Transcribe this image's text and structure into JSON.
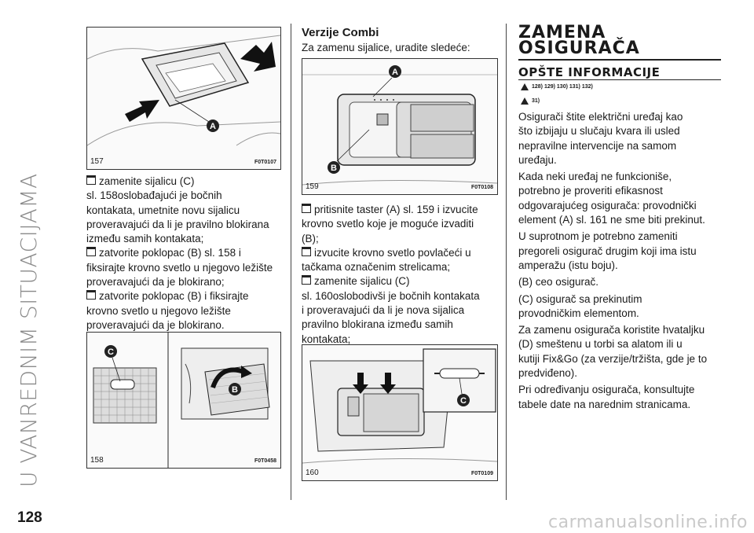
{
  "side_title": "U VANREDNIM SITUACIJAMA",
  "page_number": "128",
  "watermark": "carmanualsonline.info",
  "figures": [
    {
      "num": "157",
      "code": "F0T0107"
    },
    {
      "num": "158",
      "code": "F0T0458"
    },
    {
      "num": "159",
      "code": "F0T0108"
    },
    {
      "num": "160",
      "code": "F0T0109"
    }
  ],
  "callouts": {
    "a": "A",
    "b": "B",
    "c": "C"
  },
  "left_text": {
    "b1": "zamenite sijalicu (C)",
    "b1_l2": "sl. 158oslobađajući je bočnih",
    "b1_l3": "kontakata, umetnite novu sijalicu",
    "b1_l4": "proveravajući da li je pravilno blokirana",
    "b1_l5": "između samih kontakata;",
    "b2": "zatvorite poklopac (B) sl. 158 i",
    "b2_l2": "fiksirajte krovno svetlo u njegovo ležište",
    "b2_l3": "proveravajući da je blokirano;",
    "b3": "zatvorite poklopac (B) i fiksirajte",
    "b3_l2": "krovno svetlo u njegovo ležište",
    "b3_l3": "proveravajući da je blokirano."
  },
  "middle": {
    "title": "Verzije Combi",
    "intro": "Za zamenu sijalice, uradite sledeće:",
    "b1": "pritisnite taster (A) sl. 159 i izvucite",
    "b1_l2": "krovno svetlo koje je moguće izvaditi",
    "b1_l3": "(B);",
    "b2": "izvucite krovno svetlo povlačeći u",
    "b2_l2": "tačkama označenim strelicama;",
    "b3": "zamenite sijalicu (C)",
    "b3_l2": "sl. 160oslobodivši je bočnih kontakata",
    "b3_l3": "i proveravajući da li je nova sijalica",
    "b3_l4": "pravilno blokirana između samih",
    "b3_l5": "kontakata;"
  },
  "right": {
    "h1_line1": "ZAMENA",
    "h1_line2": "OSIGURAČA",
    "h2": "OPŠTE INFORMACIJE",
    "warn1": "128) 129) 130) 131) 132)",
    "warn2": "31)",
    "p1_l1": "Osigurači štite električni uređaj kao",
    "p1_l2": "što izbijaju u slučaju kvara ili usled",
    "p1_l3": "nepravilne intervencije na samom",
    "p1_l4": "uređaju.",
    "p2_l1": "Kada neki uređaj ne funkcioniše,",
    "p2_l2": "potrebno je proveriti efikasnost",
    "p2_l3": "odgovarajućeg osigurača: provodnički",
    "p2_l4": "element (A) sl. 161 ne sme biti prekinut.",
    "p3_l1": "U suprotnom je potrebno zameniti",
    "p3_l2": "pregoreli osigurač drugim koji ima istu",
    "p3_l3": "amperažu (istu boju).",
    "p4": "(B) ceo osigurač.",
    "p5_l1": "(C) osigurač sa prekinutim",
    "p5_l2": "provodničkim elementom.",
    "p6_l1": "Za zamenu osigurača koristite hvataljku",
    "p6_l2": "(D) smeštenu u torbi sa alatom ili u",
    "p6_l3": "kutiji Fix&Go (za verzije/tržišta, gde je to",
    "p6_l4": "predviđeno).",
    "p7_l1": "Pri određivanju osigurača, konsultujte",
    "p7_l2": "tabele date na narednim stranicama."
  }
}
